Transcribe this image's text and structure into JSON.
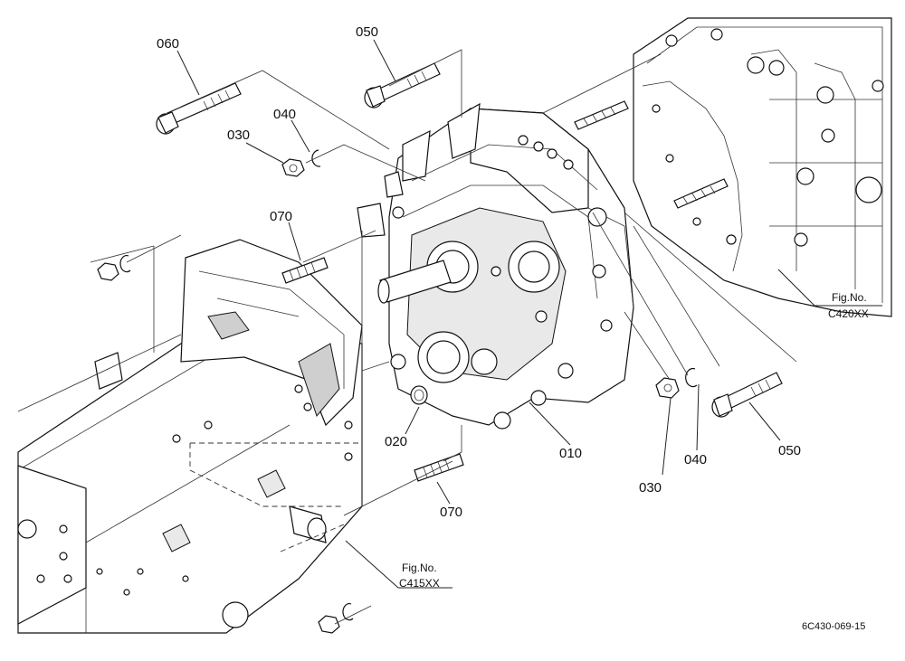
{
  "diagram": {
    "part_labels": {
      "p060": "060",
      "p050_top": "050",
      "p040_top": "040",
      "p030_top": "030",
      "p070_top": "070",
      "p020": "020",
      "p010": "010",
      "p070_bottom": "070",
      "p030_right": "030",
      "p040_right": "040",
      "p050_right": "050"
    },
    "fig_refs": {
      "right": {
        "line1": "Fig.No.",
        "line2": "C420XX"
      },
      "bottom": {
        "line1": "Fig.No.",
        "line2": "C415XX"
      }
    },
    "drawing_code": "6C430-069-15"
  }
}
